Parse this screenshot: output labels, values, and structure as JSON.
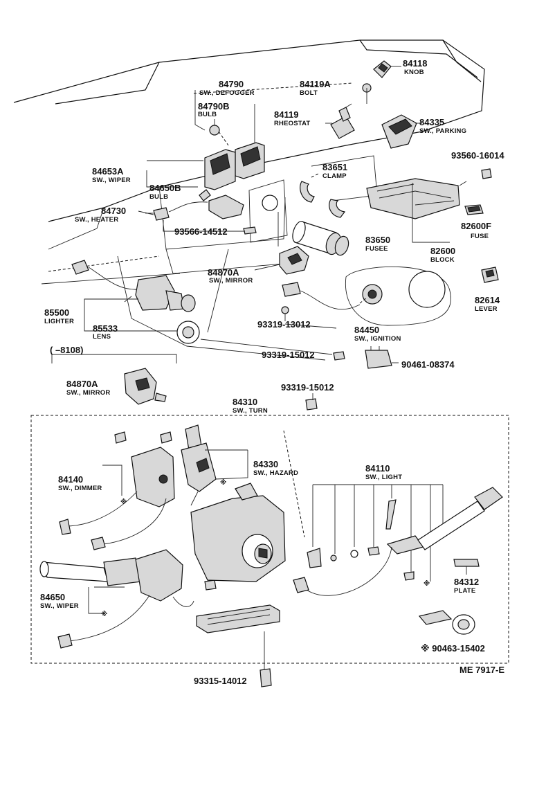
{
  "diagram": {
    "labels": {
      "n84118": "84118",
      "s84118": "KNOB",
      "n84119A": "84119A",
      "s84119A": "BOLT",
      "n84790": "84790",
      "s84790": "SW., DEFOGGER",
      "n84790B": "84790B",
      "s84790B": "BULB",
      "n84119": "84119",
      "s84119": "RHEOSTAT",
      "n84335": "84335",
      "s84335": "SW., PARKING",
      "n93560": "93560-16014",
      "n84653A": "84653A",
      "s84653A": "SW., WIPER",
      "n83651": "83651",
      "s83651": "CLAMP",
      "n84650B": "84650B",
      "s84650B": "BULB",
      "n84730": "84730",
      "s84730": "SW., HEATER",
      "n82600F": "82600F",
      "s82600F": "FUSE",
      "n93566": "93566-14512",
      "n83650": "83650",
      "s83650": "FUSEE",
      "n82600": "82600",
      "s82600": "BLOCK",
      "n84870A1": "84870A",
      "s84870A1": "SW., MIRROR",
      "n82614": "82614",
      "s82614": "LEVER",
      "n85500": "85500",
      "s85500": "LIGHTER",
      "n85533": "85533",
      "s85533": "LENS",
      "n93319a": "93319-13012",
      "n84450": "84450",
      "s84450": "SW., IGNITION",
      "n93319b": "93319-15012",
      "n90461": "90461-08374",
      "range": "(     –8108)",
      "n84870A2": "84870A",
      "s84870A2": "SW., MIRROR",
      "n93319c": "93319-15012",
      "n84310": "84310",
      "s84310": "SW., TURN",
      "n84330": "84330",
      "s84330": "SW., HAZARD",
      "n84140": "84140",
      "s84140": "SW., DIMMER",
      "n84110": "84110",
      "s84110": "SW., LIGHT",
      "n84312": "84312",
      "s84312": "PLATE",
      "n84650": "84650",
      "s84650": "SW., WIPER",
      "n90463": "※ 90463-15402",
      "n93315": "93315-14012",
      "ref": "ME 7917-E"
    }
  }
}
